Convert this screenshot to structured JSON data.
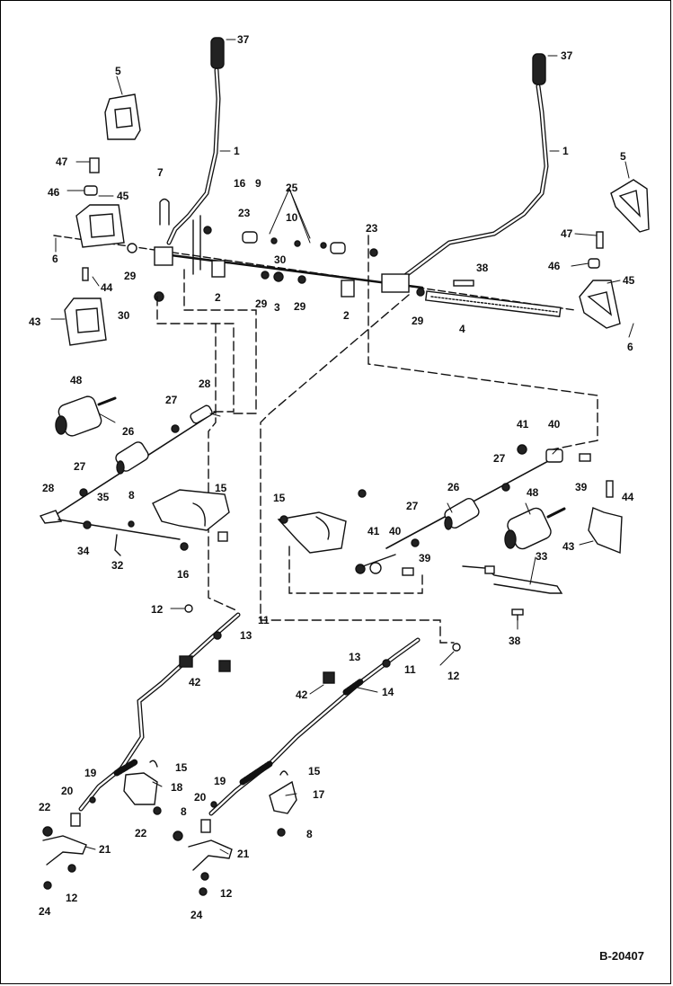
{
  "drawing_id": "B-20407",
  "callouts": [
    {
      "key": "c37a",
      "text": "37"
    },
    {
      "key": "c37b",
      "text": "37"
    },
    {
      "key": "c5a",
      "text": "5"
    },
    {
      "key": "c5b",
      "text": "5"
    },
    {
      "key": "c1a",
      "text": "1"
    },
    {
      "key": "c1b",
      "text": "1"
    },
    {
      "key": "c47a",
      "text": "47"
    },
    {
      "key": "c47b",
      "text": "47"
    },
    {
      "key": "c7",
      "text": "7"
    },
    {
      "key": "c16a",
      "text": "16"
    },
    {
      "key": "c9",
      "text": "9"
    },
    {
      "key": "c25",
      "text": "25"
    },
    {
      "key": "c46a",
      "text": "46"
    },
    {
      "key": "c46b",
      "text": "46"
    },
    {
      "key": "c45a",
      "text": "45"
    },
    {
      "key": "c45b",
      "text": "45"
    },
    {
      "key": "c23a",
      "text": "23"
    },
    {
      "key": "c23b",
      "text": "23"
    },
    {
      "key": "c10",
      "text": "10"
    },
    {
      "key": "c30a",
      "text": "30"
    },
    {
      "key": "c30b",
      "text": "30"
    },
    {
      "key": "c6a",
      "text": "6"
    },
    {
      "key": "c6b",
      "text": "6"
    },
    {
      "key": "c29a",
      "text": "29"
    },
    {
      "key": "c29b",
      "text": "29"
    },
    {
      "key": "c29c",
      "text": "29"
    },
    {
      "key": "c29d",
      "text": "29"
    },
    {
      "key": "c38a",
      "text": "38"
    },
    {
      "key": "c38b",
      "text": "38"
    },
    {
      "key": "c44a",
      "text": "44"
    },
    {
      "key": "c44b",
      "text": "44"
    },
    {
      "key": "c2a",
      "text": "2"
    },
    {
      "key": "c2b",
      "text": "2"
    },
    {
      "key": "c3",
      "text": "3"
    },
    {
      "key": "c43a",
      "text": "43"
    },
    {
      "key": "c43b",
      "text": "43"
    },
    {
      "key": "c4",
      "text": "4"
    },
    {
      "key": "c48a",
      "text": "48"
    },
    {
      "key": "c48b",
      "text": "48"
    },
    {
      "key": "c27a",
      "text": "27"
    },
    {
      "key": "c27b",
      "text": "27"
    },
    {
      "key": "c27c",
      "text": "27"
    },
    {
      "key": "c27d",
      "text": "27"
    },
    {
      "key": "c28a",
      "text": "28"
    },
    {
      "key": "c28b",
      "text": "28"
    },
    {
      "key": "c26a",
      "text": "26"
    },
    {
      "key": "c26b",
      "text": "26"
    },
    {
      "key": "c41a",
      "text": "41"
    },
    {
      "key": "c41b",
      "text": "41"
    },
    {
      "key": "c40a",
      "text": "40"
    },
    {
      "key": "c40b",
      "text": "40"
    },
    {
      "key": "c39a",
      "text": "39"
    },
    {
      "key": "c39b",
      "text": "39"
    },
    {
      "key": "c35",
      "text": "35"
    },
    {
      "key": "c8a",
      "text": "8"
    },
    {
      "key": "c8b",
      "text": "8"
    },
    {
      "key": "c8c",
      "text": "8"
    },
    {
      "key": "c15a",
      "text": "15"
    },
    {
      "key": "c15b",
      "text": "15"
    },
    {
      "key": "c15c",
      "text": "15"
    },
    {
      "key": "c15d",
      "text": "15"
    },
    {
      "key": "c34",
      "text": "34"
    },
    {
      "key": "c32",
      "text": "32"
    },
    {
      "key": "c16b",
      "text": "16"
    },
    {
      "key": "c33",
      "text": "33"
    },
    {
      "key": "c12a",
      "text": "12"
    },
    {
      "key": "c12b",
      "text": "12"
    },
    {
      "key": "c12c",
      "text": "12"
    },
    {
      "key": "c12d",
      "text": "12"
    },
    {
      "key": "c11a",
      "text": "11"
    },
    {
      "key": "c11b",
      "text": "11"
    },
    {
      "key": "c13a",
      "text": "13"
    },
    {
      "key": "c13b",
      "text": "13"
    },
    {
      "key": "c42a",
      "text": "42"
    },
    {
      "key": "c42b",
      "text": "42"
    },
    {
      "key": "c14",
      "text": "14"
    },
    {
      "key": "c19a",
      "text": "19"
    },
    {
      "key": "c19b",
      "text": "19"
    },
    {
      "key": "c18",
      "text": "18"
    },
    {
      "key": "c17",
      "text": "17"
    },
    {
      "key": "c20a",
      "text": "20"
    },
    {
      "key": "c20b",
      "text": "20"
    },
    {
      "key": "c22a",
      "text": "22"
    },
    {
      "key": "c22b",
      "text": "22"
    },
    {
      "key": "c21a",
      "text": "21"
    },
    {
      "key": "c21b",
      "text": "21"
    },
    {
      "key": "c24a",
      "text": "24"
    },
    {
      "key": "c24b",
      "text": "24"
    }
  ]
}
